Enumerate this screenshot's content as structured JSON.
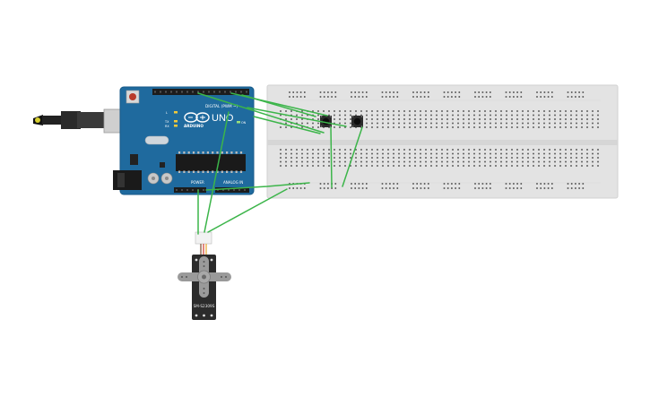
{
  "arduino": {
    "brand": "ARDUINO",
    "model": "UNO",
    "digital_label": "DIGITAL (PWM ~)",
    "power_label": "POWER",
    "analog_label": "ANALOG IN",
    "on_label": "ON",
    "tx_label": "TX",
    "rx_label": "RX",
    "l_label": "L"
  },
  "servo": {
    "model": "SM-S2309S"
  },
  "colors": {
    "board": "#1f6a9e",
    "wire": "#3cb54a",
    "breadboard": "#e3e3e3",
    "servo_body": "#2b2b2b",
    "servo_horn": "#9a9a9a"
  },
  "icons": {
    "usb_cable": "usb-cable-icon",
    "reset_button": "reset-button-icon",
    "pushbutton": "tactile-switch-icon",
    "power_jack": "dc-jack-icon"
  }
}
